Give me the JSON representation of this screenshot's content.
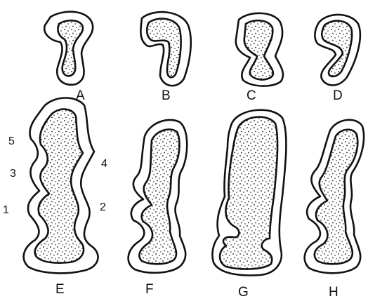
{
  "figure": {
    "labels": {
      "A": "A",
      "B": "B",
      "C": "C",
      "D": "D",
      "E": "E",
      "F": "F",
      "G": "G",
      "H": "H"
    },
    "numbers": {
      "n1": "1",
      "n2": "2",
      "n3": "3",
      "n4": "4",
      "n5": "5"
    },
    "colors": {
      "ink": "#111111",
      "paper": "#ffffff"
    }
  }
}
